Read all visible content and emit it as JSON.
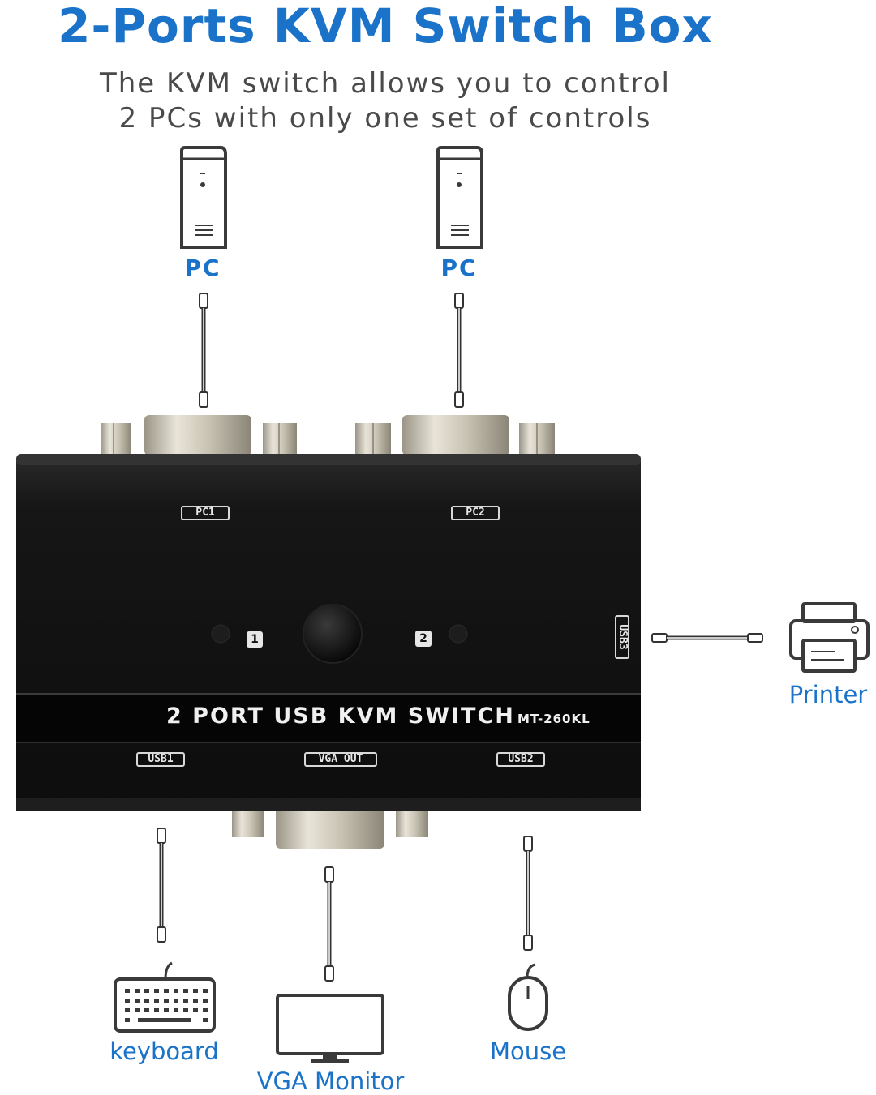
{
  "title": "2-Ports KVM Switch Box",
  "subtitle_line1": "The KVM switch allows you to control",
  "subtitle_line2": "2 PCs with only one set of controls",
  "devices": {
    "pc1": "PC",
    "pc2": "PC",
    "printer": "Printer",
    "keyboard": "keyboard",
    "monitor": "VGA Monitor",
    "mouse": "Mouse"
  },
  "switch": {
    "port_pc1": "PC1",
    "port_pc2": "PC2",
    "indicator_1": "1",
    "indicator_2": "2",
    "port_usb3": "USB3",
    "product_name": "2 PORT USB KVM SWITCH",
    "model": "MT-260KL",
    "port_usb1": "USB1",
    "port_vga_out": "VGA OUT",
    "port_usb2": "USB2"
  },
  "icons": {
    "pc": "desktop-tower-icon",
    "printer": "printer-icon",
    "keyboard": "keyboard-icon",
    "monitor": "monitor-icon",
    "mouse": "mouse-icon",
    "cable": "usb-cable-icon",
    "vga_connector": "vga-connector-icon"
  },
  "colors": {
    "accent": "#1a73c9",
    "switch_body": "#141414",
    "text_gray": "#4a4a4a"
  }
}
